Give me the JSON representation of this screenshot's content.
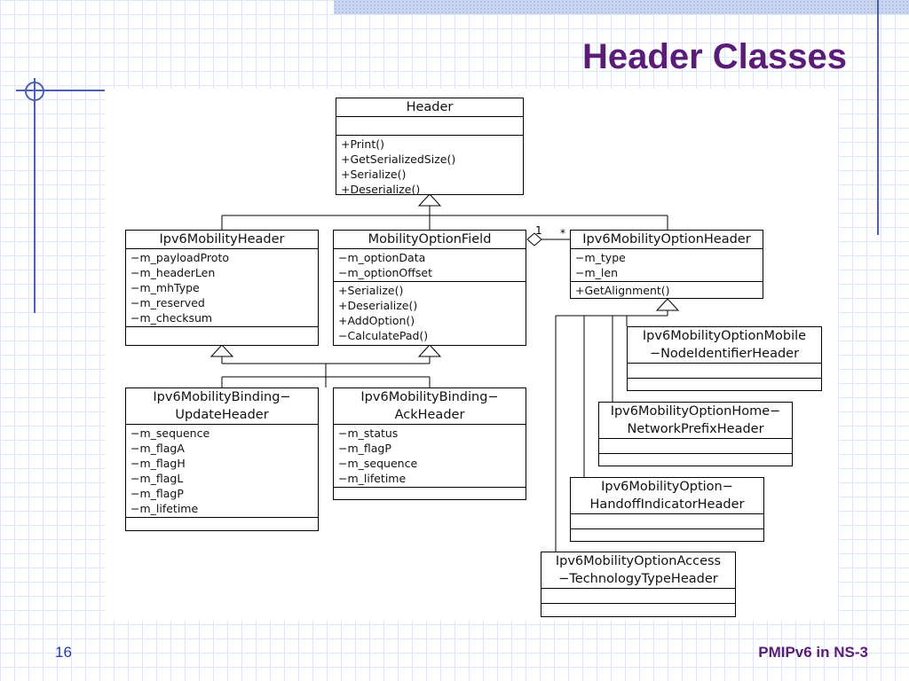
{
  "slide": {
    "title": "Header Classes",
    "page_number": "16",
    "footer": "PMIPv6 in NS-3"
  },
  "diagram": {
    "header": {
      "name": "Header",
      "operations": [
        "+Print()",
        "+GetSerializedSize()",
        "+Serialize()",
        "+Deserialize()"
      ]
    },
    "mobility_header": {
      "name": "Ipv6MobilityHeader",
      "attributes": [
        "−m_payloadProto",
        "−m_headerLen",
        "−m_mhType",
        "−m_reserved",
        "−m_checksum"
      ]
    },
    "option_field": {
      "name": "MobilityOptionField",
      "attributes": [
        "−m_optionData",
        "−m_optionOffset"
      ],
      "operations": [
        "+Serialize()",
        "+Deserialize()",
        "+AddOption()",
        "−CalculatePad()"
      ]
    },
    "option_header": {
      "name": "Ipv6MobilityOptionHeader",
      "attributes": [
        "−m_type",
        "−m_len"
      ],
      "operations": [
        "+GetAlignment()"
      ]
    },
    "binding_update": {
      "name_line1": "Ipv6MobilityBinding−",
      "name_line2": "UpdateHeader",
      "attributes": [
        "−m_sequence",
        "−m_flagA",
        "−m_flagH",
        "−m_flagL",
        "−m_flagP",
        "−m_lifetime"
      ]
    },
    "binding_ack": {
      "name_line1": "Ipv6MobilityBinding−",
      "name_line2": "AckHeader",
      "attributes": [
        "−m_status",
        "−m_flagP",
        "−m_sequence",
        "−m_lifetime"
      ]
    },
    "opt_mobile_node": {
      "name_line1": "Ipv6MobilityOptionMobile",
      "name_line2": "−NodeIdentifierHeader"
    },
    "opt_home_prefix": {
      "name_line1": "Ipv6MobilityOptionHome−",
      "name_line2": "NetworkPrefixHeader"
    },
    "opt_handoff": {
      "name_line1": "Ipv6MobilityOption−",
      "name_line2": "HandoffIndicatorHeader"
    },
    "opt_access_tech": {
      "name_line1": "Ipv6MobilityOptionAccess",
      "name_line2": "−TechnologyTypeHeader"
    },
    "association": {
      "mult_left": "1",
      "mult_right": "*"
    }
  }
}
